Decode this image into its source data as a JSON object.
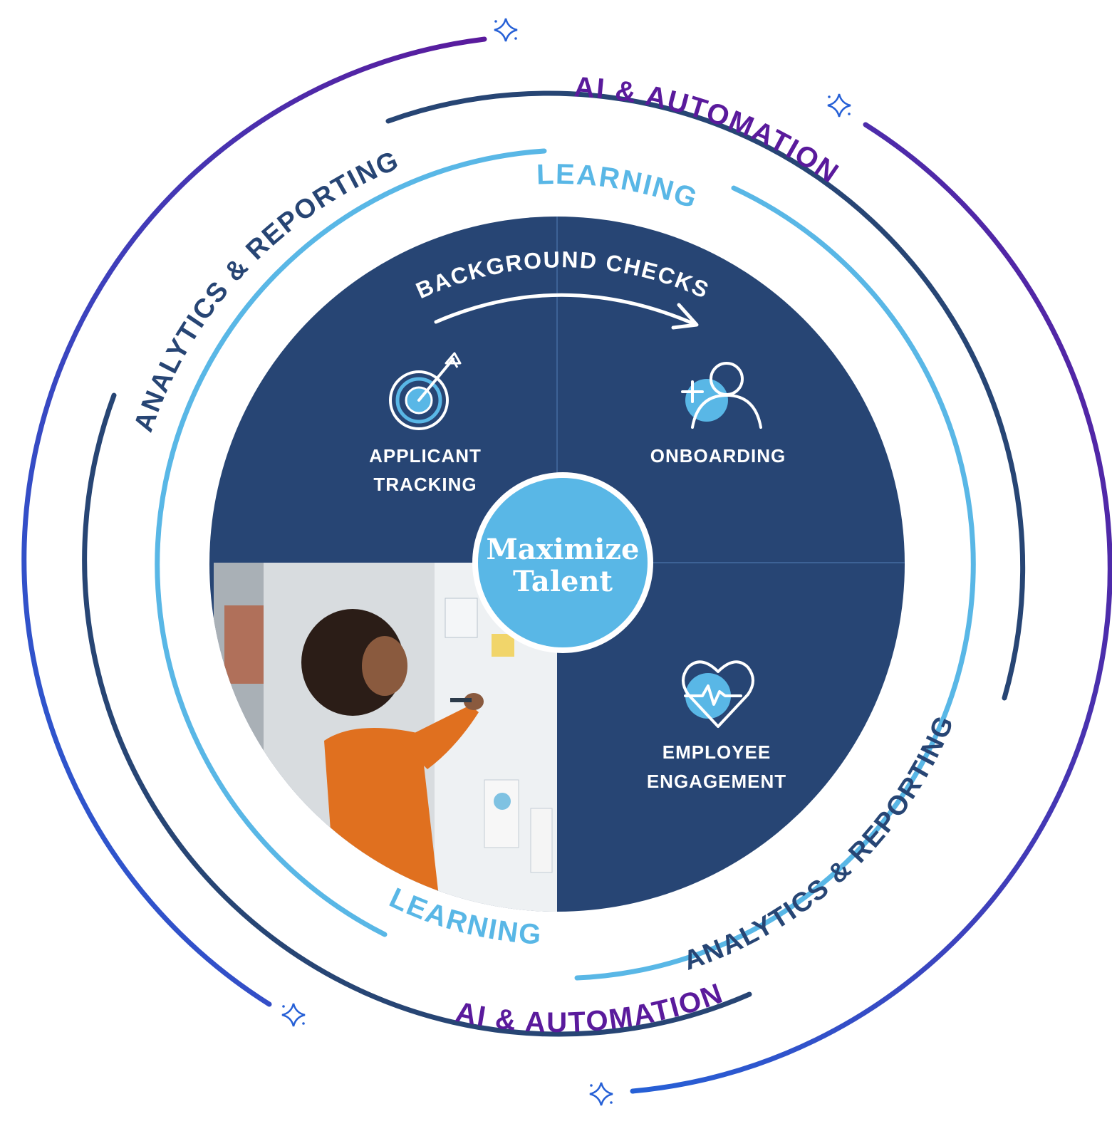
{
  "colors": {
    "navy": "#274574",
    "sky": "#59b7e6",
    "purple": "#5a1a9c",
    "blue": "#2660d6",
    "white": "#ffffff"
  },
  "rings": {
    "outer_label_top": "AI & AUTOMATION",
    "outer_label_bottom": "AI & AUTOMATION",
    "middle_label_top": "ANALYTICS & REPORTING",
    "middle_label_bottom": "ANALYTICS & REPORTING",
    "inner_label_top": "LEARNING",
    "inner_label_bottom": "LEARNING"
  },
  "arc_label": "BACKGROUND CHECKS",
  "quadrants": {
    "top_left": {
      "line1": "APPLICANT",
      "line2": "TRACKING",
      "icon": "target-arrow-icon"
    },
    "top_right": {
      "line1": "ONBOARDING",
      "icon": "add-person-icon"
    },
    "bottom_right": {
      "line1": "EMPLOYEE",
      "line2": "ENGAGEMENT",
      "icon": "heart-pulse-icon"
    },
    "bottom_left": {
      "photo": "woman-at-whiteboard-photo"
    }
  },
  "center": {
    "line1": "Maximize",
    "line2": "Talent"
  }
}
